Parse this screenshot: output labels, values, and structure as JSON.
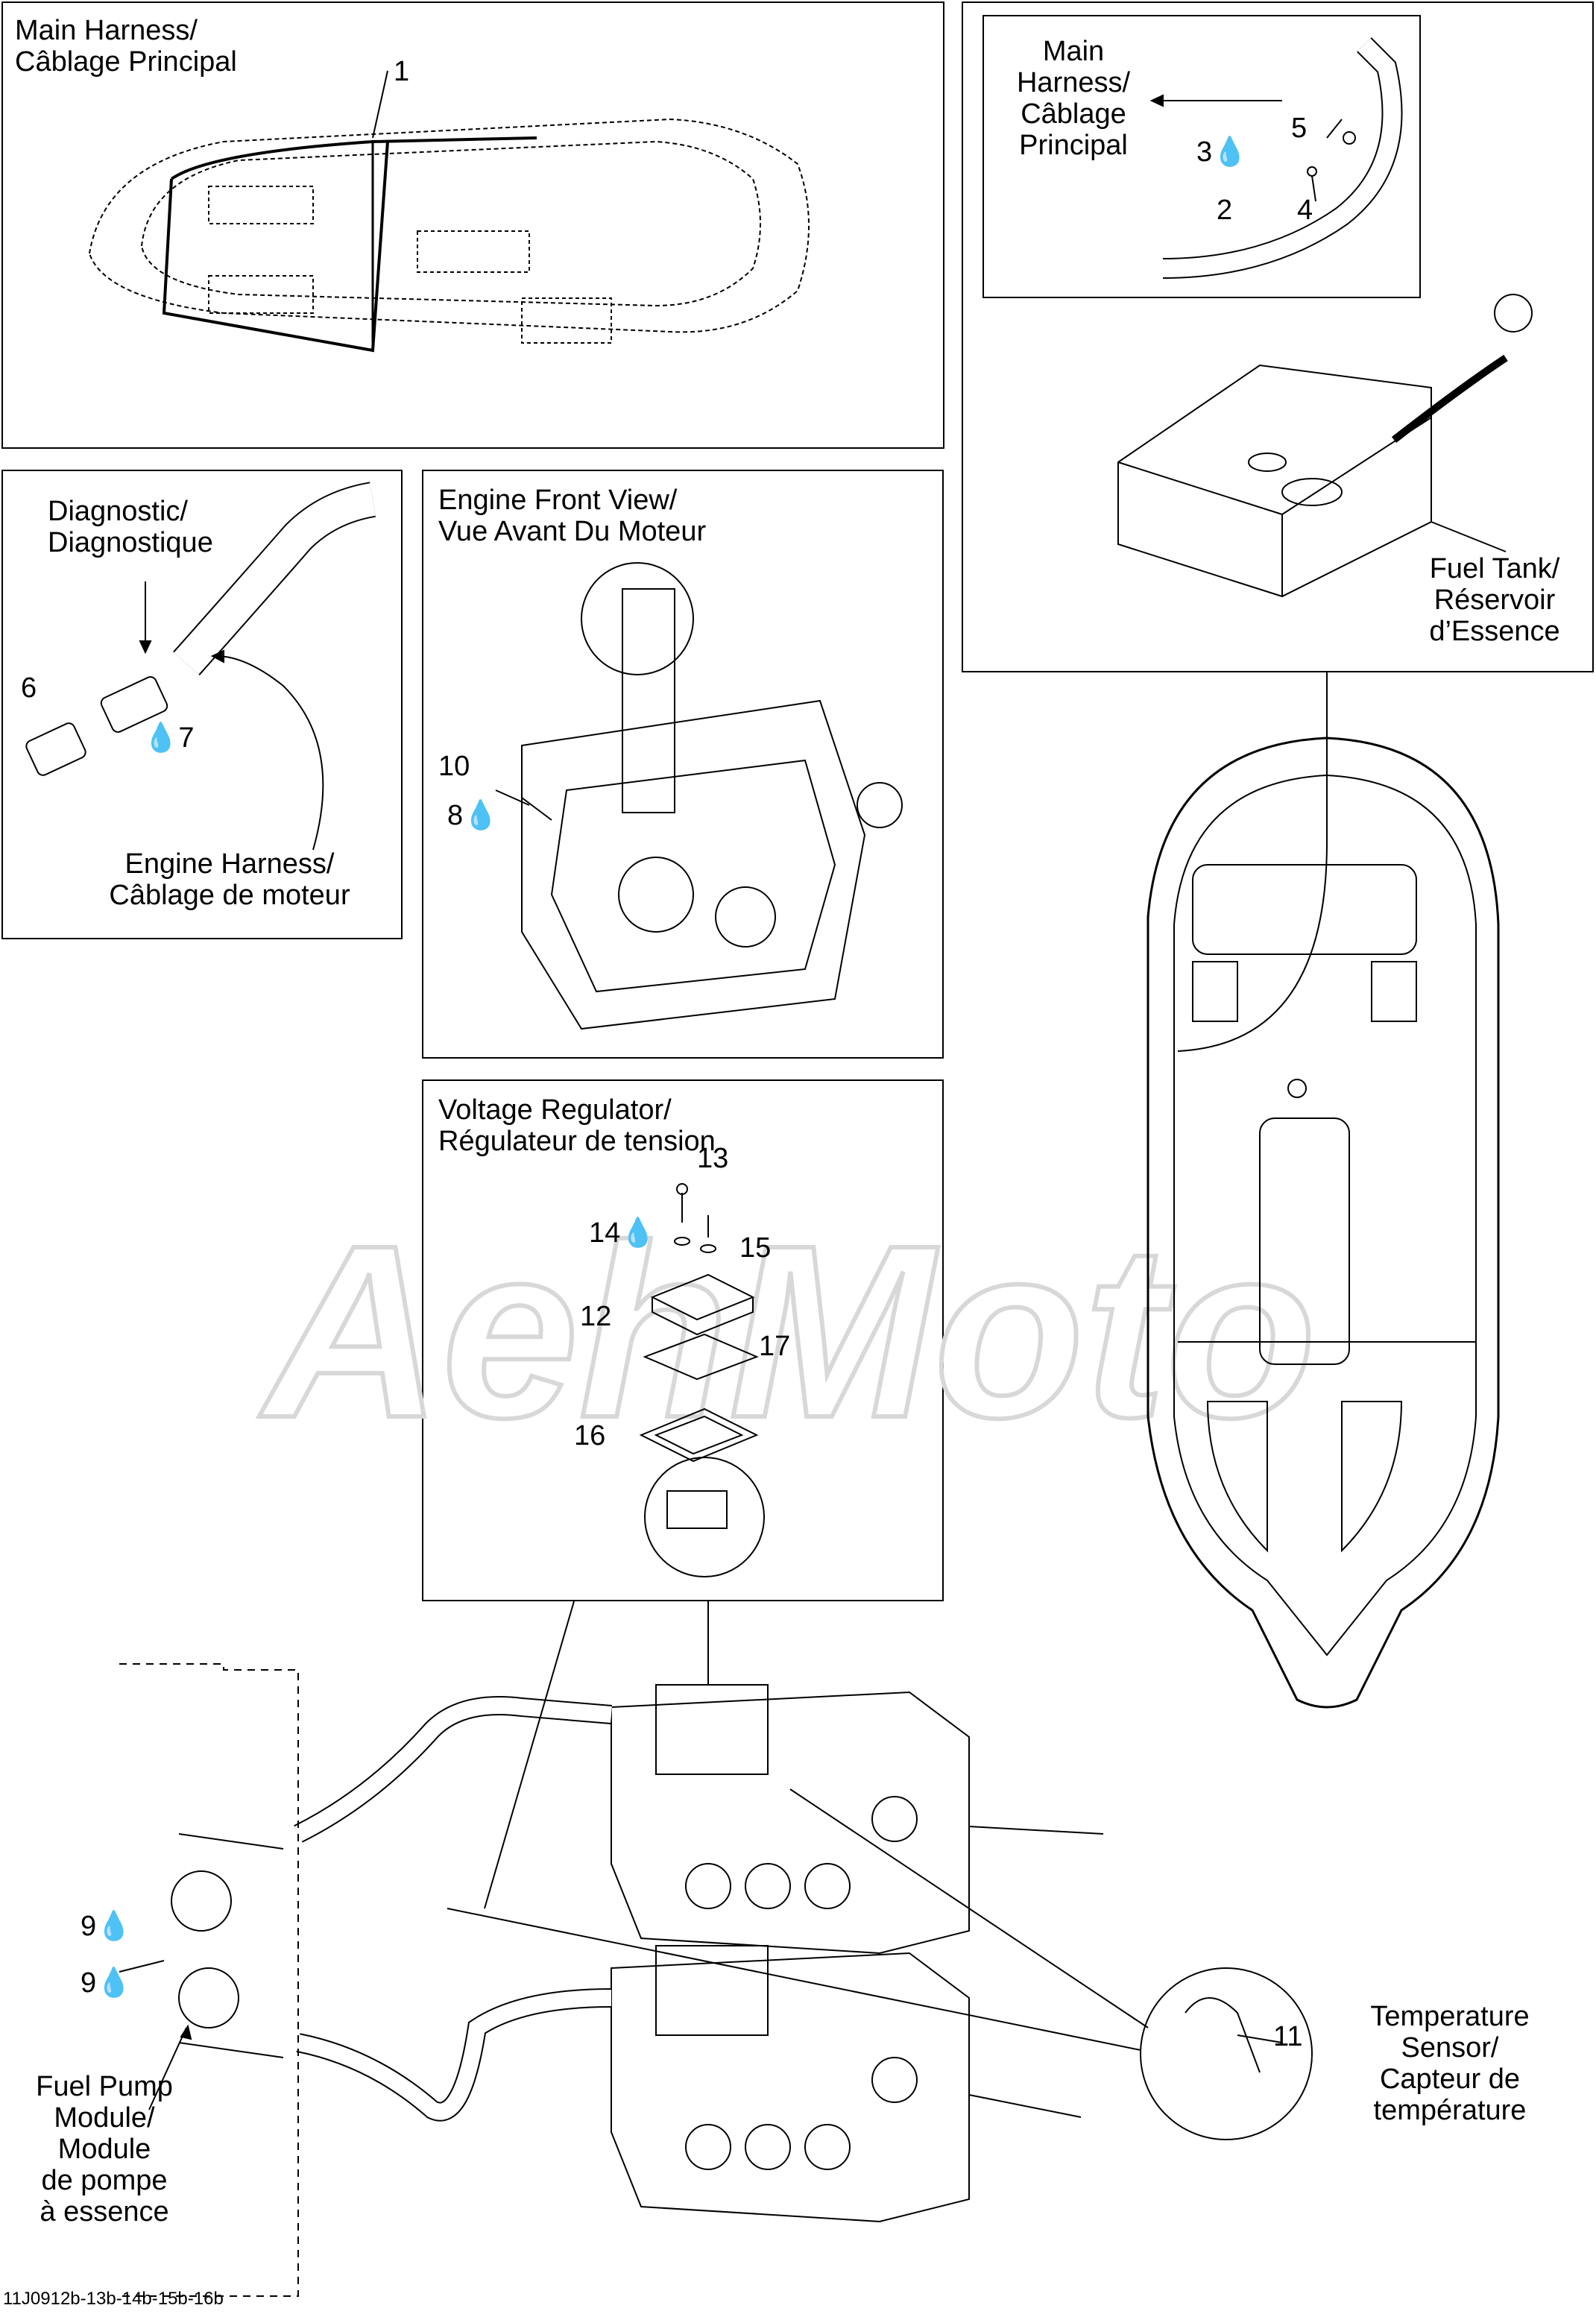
{
  "panels": {
    "main_harness": {
      "title_1": "Main Harness/",
      "title_2": "Câblage Principal"
    },
    "fuel_tank_detail": {
      "harness_1": "Main",
      "harness_2": "Harness/",
      "harness_3": "Câblage",
      "harness_4": "Principal",
      "tank_1": "Fuel Tank/",
      "tank_2": "Réservoir",
      "tank_3": "d’Essence"
    },
    "diagnostic": {
      "label_1": "Diagnostic/",
      "label_2": "Diagnostique",
      "engine_1": "Engine Harness/",
      "engine_2": "Câblage de moteur"
    },
    "engine_front": {
      "title_1": "Engine Front View/",
      "title_2": "Vue Avant Du Moteur"
    },
    "voltage_regulator": {
      "title_1": "Voltage Regulator/",
      "title_2": "Régulateur de tension"
    },
    "temperature_sensor": {
      "label_1": "Temperature",
      "label_2": "Sensor/",
      "label_3": "Capteur de",
      "label_4": "température"
    },
    "fuel_pump": {
      "label_1": "Fuel Pump",
      "label_2": "Module/",
      "label_3": "Module",
      "label_4": "de pompe",
      "label_5": "à essence"
    }
  },
  "callouts": {
    "n1": "1",
    "n2": "2",
    "n3": "3",
    "n4": "4",
    "n5": "5",
    "n6": "6",
    "n7": "7",
    "n8": "8",
    "n9a": "9",
    "n9b": "9",
    "n10": "10",
    "n11": "11",
    "n12": "12",
    "n13": "13",
    "n14": "14",
    "n15": "15",
    "n16": "16",
    "n17": "17"
  },
  "watermark": "AehMoto",
  "footer_code": "11J0912b-13b-14b-15b-16b",
  "icons": {
    "thread_locker": "drop-icon"
  }
}
